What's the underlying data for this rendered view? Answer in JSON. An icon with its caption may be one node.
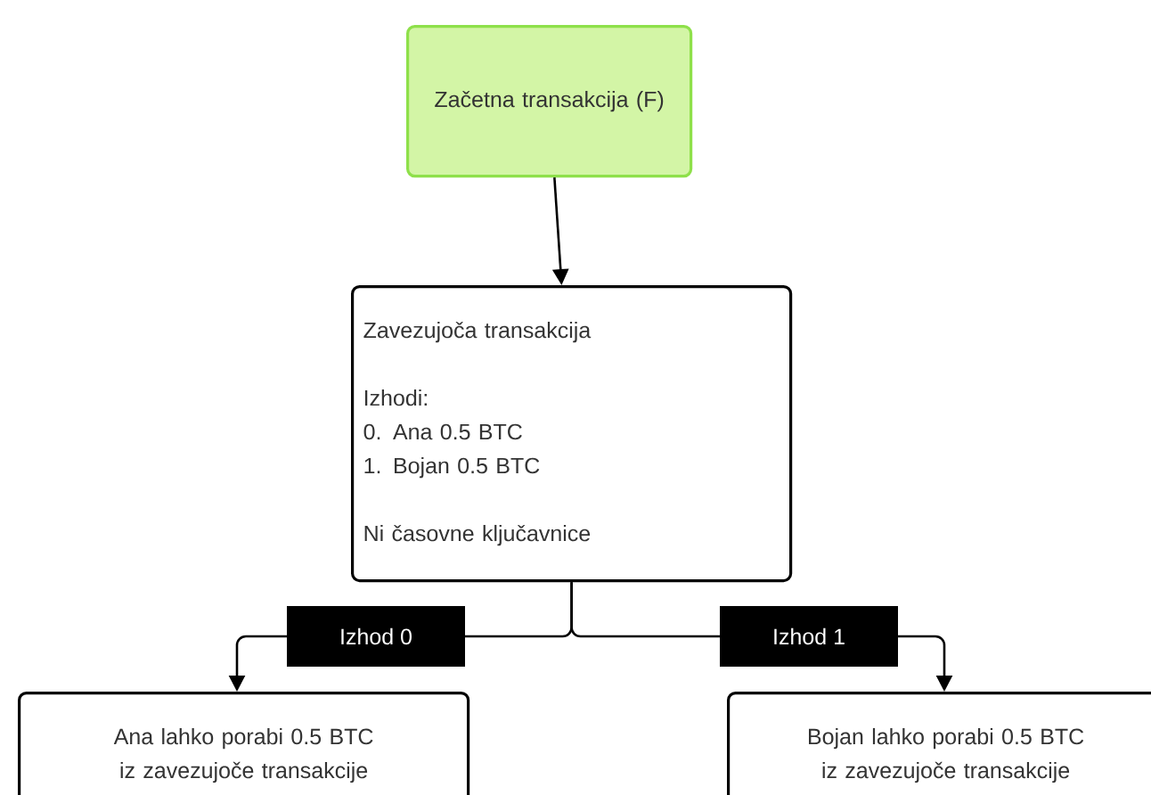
{
  "diagram": {
    "nodes": [
      {
        "text": [
          "Začetna transakcija (F)"
        ]
      },
      {
        "text": [
          "Zavezujoča transakcija",
          "Izhodi:",
          "0. Ana 0.5 BTC",
          "1. Bojan 0.5 BTC",
          "Ni časovne ključavnice"
        ]
      },
      {
        "text": [
          "Ana lahko porabi 0.5 BTC iz zavezujoče transakcije"
        ]
      },
      {
        "text": [
          "Bojan lahko porabi 0.5 BTC iz zavezujoče transakcije"
        ]
      }
    ],
    "edges": [
      {
        "from": 0,
        "to": 1,
        "arrow": "to"
      },
      {
        "from": 1,
        "to": 2,
        "arrow": "to",
        "label": "Izhod 0"
      },
      {
        "from": 1,
        "to": 3,
        "arrow": "to",
        "label": "Izhod 1"
      }
    ]
  }
}
